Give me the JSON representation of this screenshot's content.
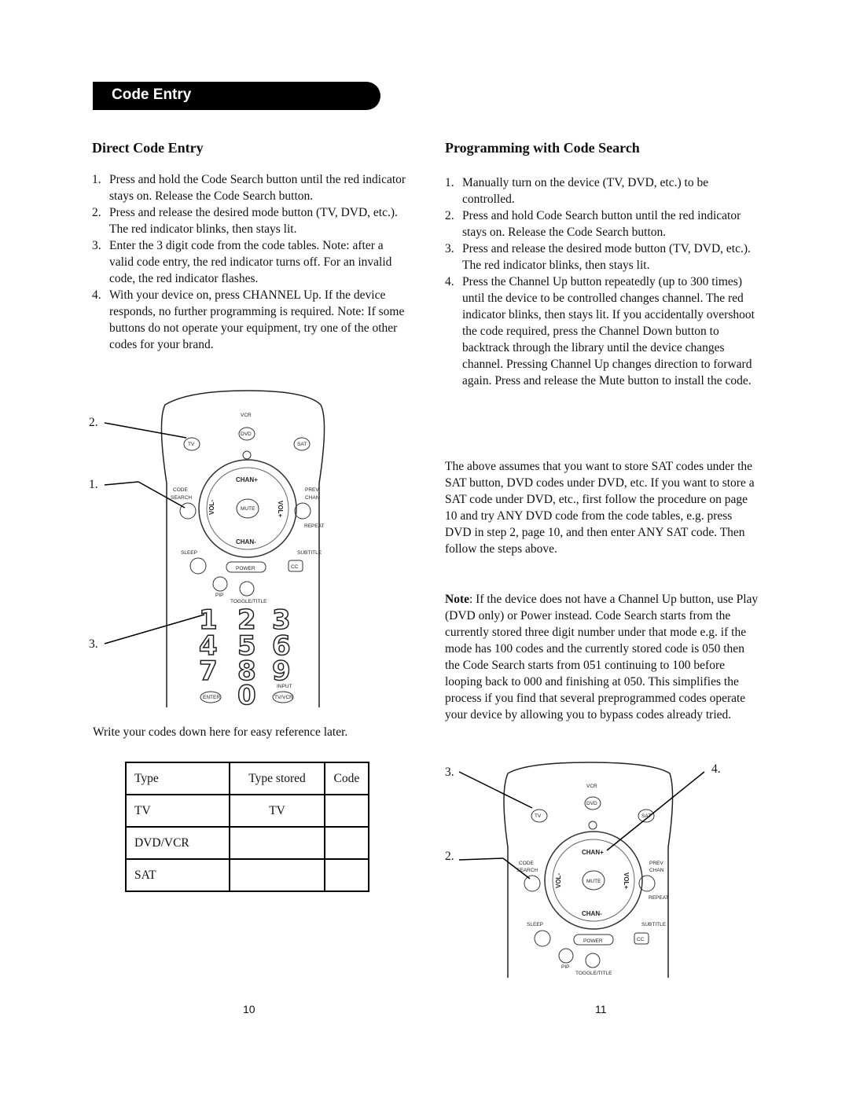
{
  "header": {
    "banner_title": "Code Entry"
  },
  "left": {
    "heading": "Direct Code Entry",
    "steps": [
      {
        "num": "1.",
        "text": "Press and hold the Code Search button until the red indicator stays on. Release the Code Search button.",
        "note": ""
      },
      {
        "num": "2.",
        "text": "Press and release the desired mode button (TV, DVD, etc.).",
        "note": "The red indicator blinks, then stays lit."
      },
      {
        "num": "3.",
        "text": "Enter the 3 digit code from the code tables. Note: after a valid code entry, the red indicator turns off. For an invalid code, the red indicator flashes.",
        "note": ""
      },
      {
        "num": "4.",
        "text": "With your device on, press CHANNEL Up. If the device responds, no further programming is required. Note: If some buttons do not operate your equipment, try one of the other codes for your brand.",
        "note": ""
      }
    ],
    "callouts": [
      "2.",
      "1.",
      "3."
    ],
    "write_codes_text": "Write your codes down here for easy reference later.",
    "table": {
      "headers": [
        "Type",
        "Type stored",
        "Code"
      ],
      "rows": [
        [
          "TV",
          "TV",
          ""
        ],
        [
          "DVD/VCR",
          "",
          ""
        ],
        [
          "SAT",
          "",
          ""
        ]
      ]
    },
    "page_number": "10"
  },
  "right": {
    "heading": "Programming with Code Search",
    "steps": [
      {
        "num": "1.",
        "text": "Manually turn on the device (TV, DVD, etc.) to be controlled.",
        "note": ""
      },
      {
        "num": "2.",
        "text": "Press and hold Code Search button until the red indicator stays on. Release the Code Search button.",
        "note": ""
      },
      {
        "num": "3.",
        "text": "Press and release the desired mode button (TV, DVD, etc.).",
        "note": "The red indicator blinks, then stays lit."
      },
      {
        "num": "4.",
        "text": "Press the Channel Up button repeatedly (up to 300 times) until the device to be controlled changes channel. The red indicator blinks, then stays lit. If you accidentally overshoot the code required, press the Channel Down button to backtrack through the library until the device changes channel. Pressing Channel Up changes direction to forward again. Press and release the Mute button to install the code.",
        "note": ""
      }
    ],
    "para1": "The above assumes that you want to store SAT codes under the SAT button, DVD codes under DVD, etc. If you want to store a SAT code under DVD, etc., first follow the procedure on page 10 and try ANY DVD code from the code tables, e.g. press DVD in step 2, page 10, and then enter ANY SAT code. Then follow the steps above.",
    "note_label": "Note",
    "note_text": ":  If the device does not have a Channel Up button, use Play (DVD only) or Power instead. Code Search starts from the currently stored three digit number under that mode e.g. if the mode has 100 codes and the currently stored code is 050 then the Code Search starts from 051 continuing to 100 before looping back to 000 and finishing at 050.  This simplifies the process if you find that several preprogrammed codes operate your device by allowing you to bypass codes already tried.",
    "callouts": [
      "3.",
      "2.",
      "4."
    ],
    "page_number": "11"
  },
  "remote": {
    "vcr": "VCR",
    "dvd": "DVD",
    "tv": "TV",
    "sat": "SAT",
    "code": "CODE",
    "search": "SEARCH",
    "prev": "PREV",
    "chan": "CHAN",
    "chan_up": "CHAN+",
    "chan_down": "CHAN-",
    "vol_minus": "VOL-",
    "vol_plus": "VOL+",
    "mute": "MUTE",
    "repeat": "REPEAT",
    "sleep": "SLEEP",
    "subtitle": "SUBTITLE",
    "power": "POWER",
    "cc": "CC",
    "pip": "PIP",
    "toggle_title": "TOGGLE/TITLE",
    "input": "INPUT",
    "enter": "ENTER",
    "tv_vcr": "TV/VCR",
    "digits": [
      "1",
      "2",
      "3",
      "4",
      "5",
      "6",
      "7",
      "8",
      "9",
      "0"
    ]
  }
}
